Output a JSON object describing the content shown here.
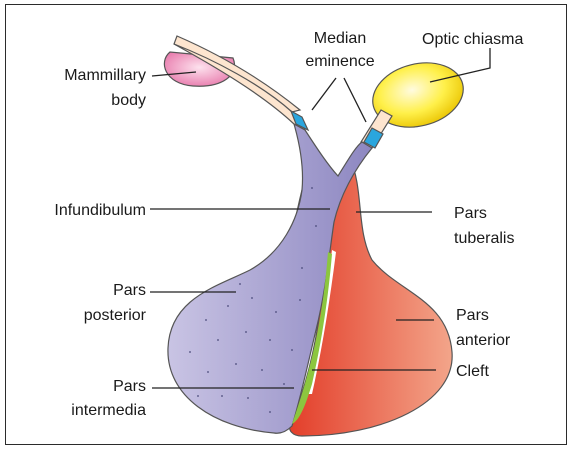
{
  "labels": {
    "mammillary_body": [
      "Mammillary",
      "body"
    ],
    "median_eminence": [
      "Median",
      "eminence"
    ],
    "optic_chiasma": "Optic chiasma",
    "infundibulum": "Infundibulum",
    "pars_tuberalis": [
      "Pars",
      "tuberalis"
    ],
    "pars_posterior": [
      "Pars",
      "posterior"
    ],
    "pars_anterior": [
      "Pars",
      "anterior"
    ],
    "cleft": "Cleft",
    "pars_intermedia": [
      "Pars",
      "intermedia"
    ]
  },
  "colors": {
    "posterior_purple": "#9d97c9",
    "anterior_red": "#e5543b",
    "cleft_green": "#8cc63f",
    "mammillary_pink": "#f1a7c6",
    "optic_yellow": "#ffec3a",
    "stalk_tan": "#fde5cf",
    "eminence_blue": "#2aa6de"
  }
}
